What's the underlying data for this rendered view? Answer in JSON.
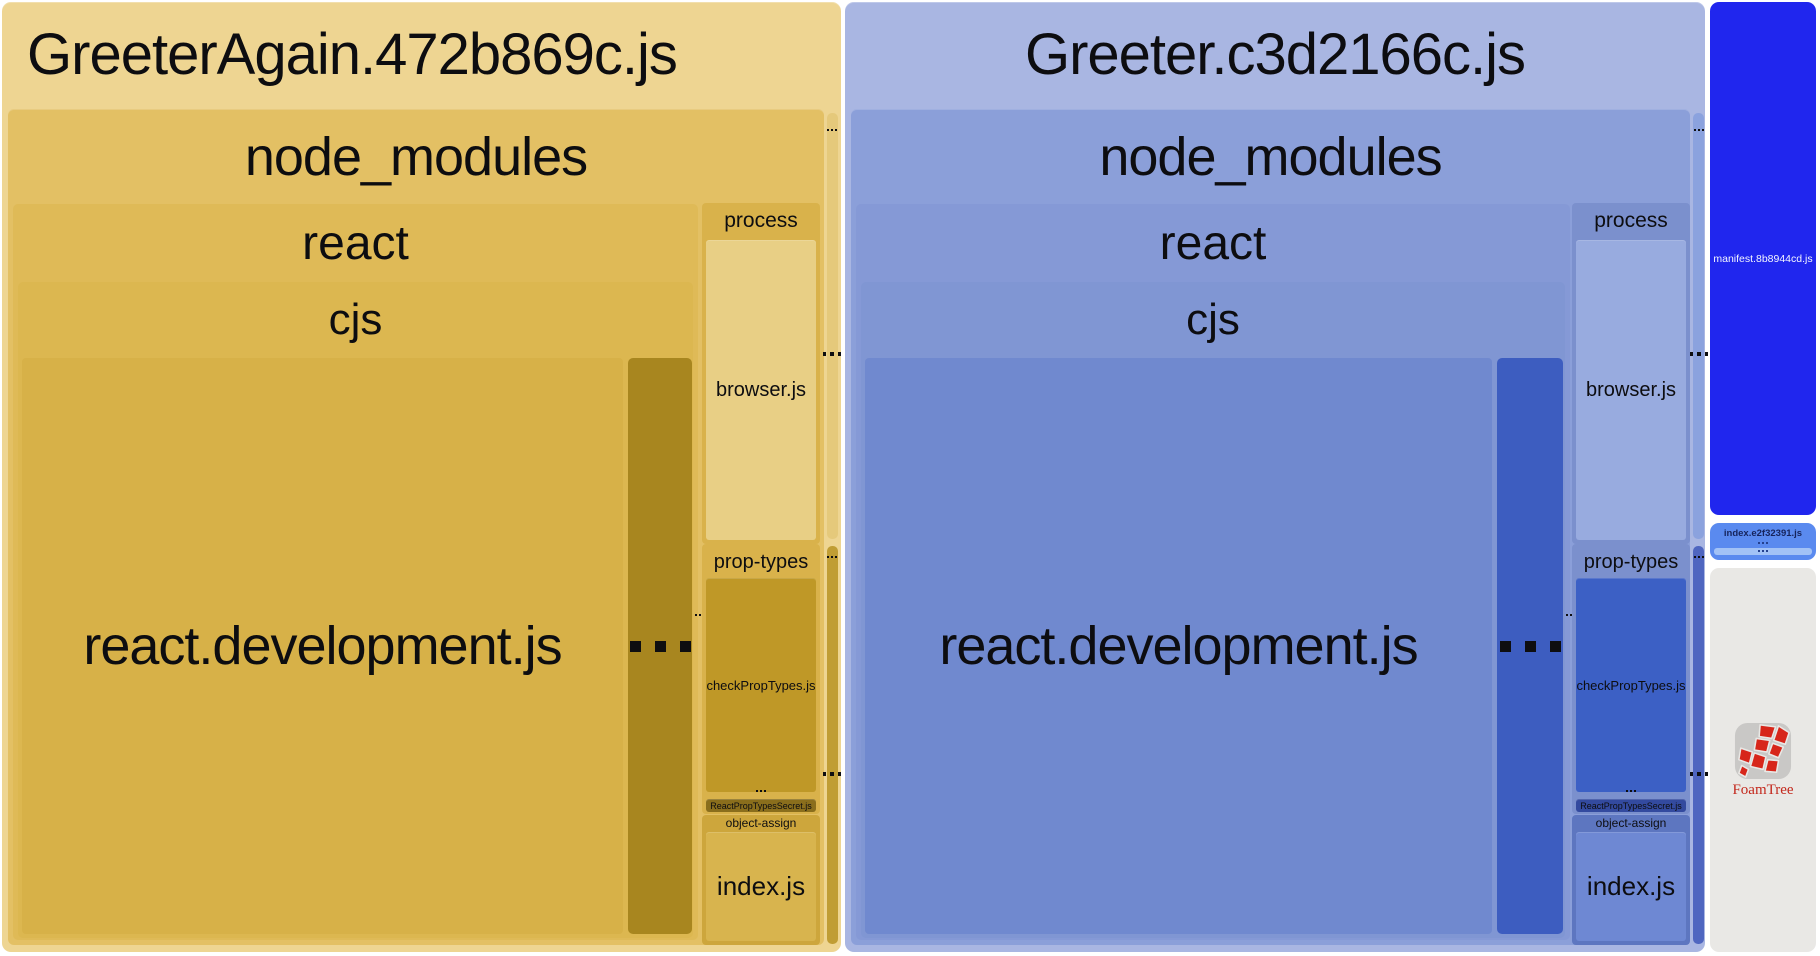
{
  "chunks": [
    {
      "name": "GreeterAgain.472b869c.js",
      "modules": {
        "node_modules": "node_modules",
        "react": "react",
        "cjs": "cjs",
        "react_development": "react.development.js",
        "process": "process",
        "browser": "browser.js",
        "prop_types": "prop-types",
        "check_prop_types": "checkPropTypes.js",
        "react_prop_types_secret": "ReactPropTypesSecret.js",
        "object_assign": "object-assign",
        "index_js": "index.js"
      }
    },
    {
      "name": "Greeter.c3d2166c.js",
      "modules": {
        "node_modules": "node_modules",
        "react": "react",
        "cjs": "cjs",
        "react_development": "react.development.js",
        "process": "process",
        "browser": "browser.js",
        "prop_types": "prop-types",
        "check_prop_types": "checkPropTypes.js",
        "react_prop_types_secret": "ReactPropTypesSecret.js",
        "object_assign": "object-assign",
        "index_js": "index.js"
      }
    }
  ],
  "side": {
    "manifest": "manifest.8b8944cd.js",
    "index_chunk": "index.e2f32391.js",
    "foamtree": "FoamTree"
  },
  "colors": {
    "gold": {
      "l0": "#eed592",
      "l1": "#e3c064",
      "l2": "#dfba57",
      "l3": "#dcb750",
      "l4": "#d7b148",
      "strip": "#a8861f",
      "header": "#d9b24b",
      "browser": "#e8cf85",
      "check": "#bf9827",
      "secret": "#8a6e1c",
      "objheader": "#cda63c",
      "index": "#d8b44e",
      "sliver1": "#e5c97b",
      "sliver2": "#c09d34"
    },
    "blue": {
      "l0": "#a9b6e2",
      "l1": "#8b9fd9",
      "l2": "#8599d6",
      "l3": "#8096d3",
      "l4": "#7089cf",
      "strip": "#3d5dc0",
      "header": "#7b90cd",
      "browser": "#98abdf",
      "check": "#3c60c5",
      "secret": "#334a9f",
      "objheader": "#5d76c0",
      "index": "#6e88d3",
      "sliver1": "#8ba2de",
      "sliver2": "#4f66c0"
    },
    "side": {
      "manifest": "#2026ee",
      "index": "#5a8aef",
      "indexbar": "#a2c2f6",
      "foambg": "#e9e8e5",
      "foamtile": "#c9c8c6",
      "foamred": "#d7261a"
    }
  }
}
